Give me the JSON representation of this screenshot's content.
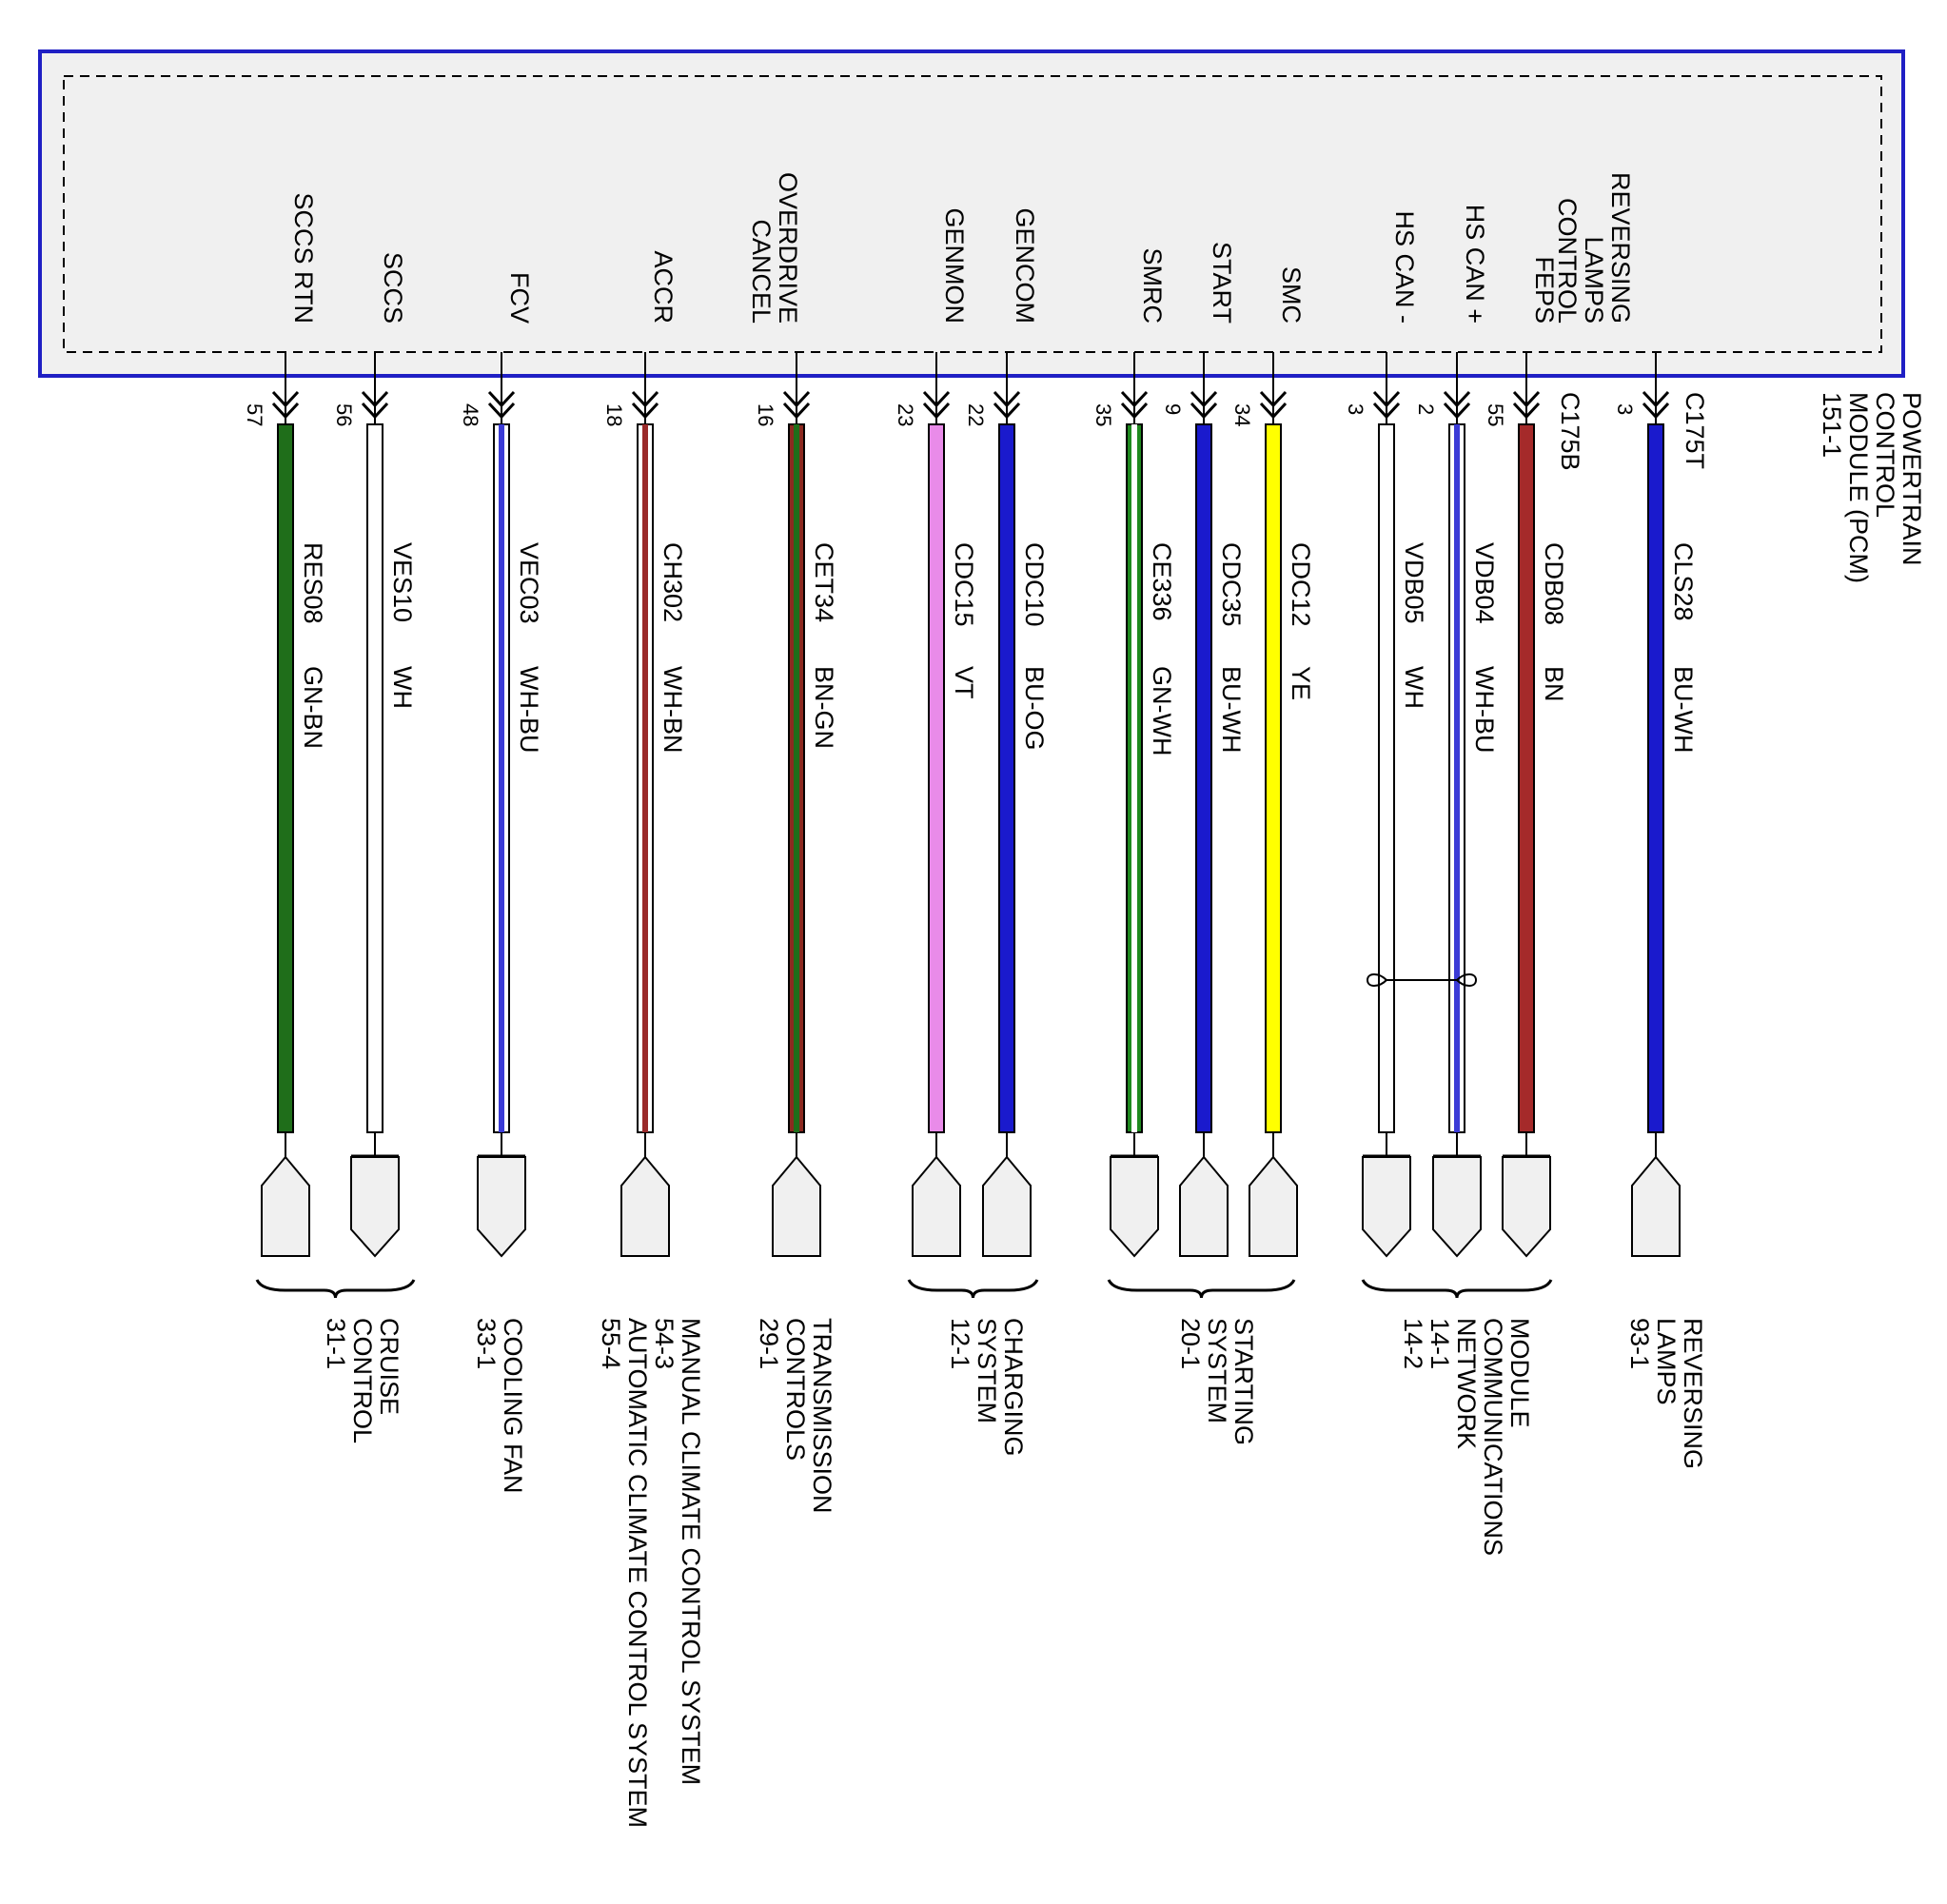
{
  "module": {
    "name_lines": [
      "POWERTRAIN",
      "CONTROL",
      "MODULE (PCM)",
      "151-1"
    ],
    "connector_b": "C175B",
    "connector_t": "C175T",
    "border_color": "#1f1fc4"
  },
  "circuits": [
    {
      "signal": [
        "SCCS RTN"
      ],
      "pin": "57",
      "wire": "RES08",
      "color_code": "GN-BN",
      "colors": [
        "#1f6e1a",
        "#1f6e1a"
      ],
      "term": "down"
    },
    {
      "signal": [
        "SCCS"
      ],
      "pin": "56",
      "wire": "VES10",
      "color_code": "WH",
      "colors": [
        "#ffffff",
        "#ffffff"
      ],
      "term": "up"
    },
    {
      "signal": [
        "FCV"
      ],
      "pin": "48",
      "wire": "VEC03",
      "color_code": "WH-BU",
      "colors": [
        "#ffffff",
        "#3b3bd6"
      ],
      "term": "up"
    },
    {
      "signal": [
        "ACCR"
      ],
      "pin": "18",
      "wire": "CH302",
      "color_code": "WH-BN",
      "colors": [
        "#ffffff",
        "#9a2a2a"
      ],
      "term": "down"
    },
    {
      "signal": [
        "OVERDRIVE",
        "CANCEL"
      ],
      "pin": "16",
      "wire": "CET34",
      "color_code": "BN-GN",
      "colors": [
        "#8b2a20",
        "#1f6e1a"
      ],
      "term": "down"
    },
    {
      "signal": [
        "GENMON"
      ],
      "pin": "23",
      "wire": "CDC15",
      "color_code": "VT",
      "colors": [
        "#e98be9",
        "#e98be9"
      ],
      "term": "down"
    },
    {
      "signal": [
        "GENCOM"
      ],
      "pin": "22",
      "wire": "CDC10",
      "color_code": "BU-OG",
      "colors": [
        "#1a1acd",
        "#1a1acd"
      ],
      "term": "down"
    },
    {
      "signal": [
        "SMRC"
      ],
      "pin": "35",
      "wire": "CE336",
      "color_code": "GN-WH",
      "colors": [
        "#1f8a1f",
        "#ffffff"
      ],
      "term": "up"
    },
    {
      "signal": [
        "START"
      ],
      "pin": "9",
      "wire": "CDC35",
      "color_code": "BU-WH",
      "colors": [
        "#1a1acd",
        "#1a1acd"
      ],
      "term": "down"
    },
    {
      "signal": [
        "SMC"
      ],
      "pin": "34",
      "wire": "CDC12",
      "color_code": "YE",
      "colors": [
        "#ffff00",
        "#ffff00"
      ],
      "term": "down"
    },
    {
      "signal": [
        "HS CAN -"
      ],
      "pin": "3",
      "wire": "VDB05",
      "color_code": "WH",
      "colors": [
        "#ffffff",
        "#ffffff"
      ],
      "term": "up"
    },
    {
      "signal": [
        "HS CAN +"
      ],
      "pin": "2",
      "wire": "VDB04",
      "color_code": "WH-BU",
      "colors": [
        "#ffffff",
        "#3b3bd6"
      ],
      "term": "up"
    },
    {
      "signal": [
        "FEPS"
      ],
      "pin": "55",
      "wire": "CDB08",
      "color_code": "BN",
      "colors": [
        "#a52a2a",
        "#a52a2a"
      ],
      "term": "up"
    },
    {
      "signal": [
        "REVERSING",
        "LAMPS",
        "CONTROL"
      ],
      "pin": "3",
      "wire": "CLS28",
      "color_code": "BU-WH",
      "colors": [
        "#1a1acd",
        "#1a1acd"
      ],
      "term": "down"
    }
  ],
  "destinations": [
    {
      "lines": [
        "CRUISE",
        "CONTROL",
        "31-1"
      ]
    },
    {
      "lines": [
        "COOLING FAN",
        "33-1"
      ]
    },
    {
      "lines": [
        "MANUAL CLIMATE CONTROL SYSTEM",
        "54-3",
        "AUTOMATIC CLIMATE CONTROL SYSTEM",
        "55-4"
      ]
    },
    {
      "lines": [
        "TRANSMISSION",
        "CONTROLS",
        "29-1"
      ]
    },
    {
      "lines": [
        "CHARGING",
        "SYSTEM",
        "12-1"
      ]
    },
    {
      "lines": [
        "STARTING",
        "SYSTEM",
        "20-1"
      ]
    },
    {
      "lines": [
        "MODULE",
        "COMMUNICATIONS",
        "NETWORK",
        "14-1",
        "14-2"
      ]
    },
    {
      "lines": [
        "REVERSING",
        "LAMPS",
        "93-1"
      ]
    }
  ]
}
